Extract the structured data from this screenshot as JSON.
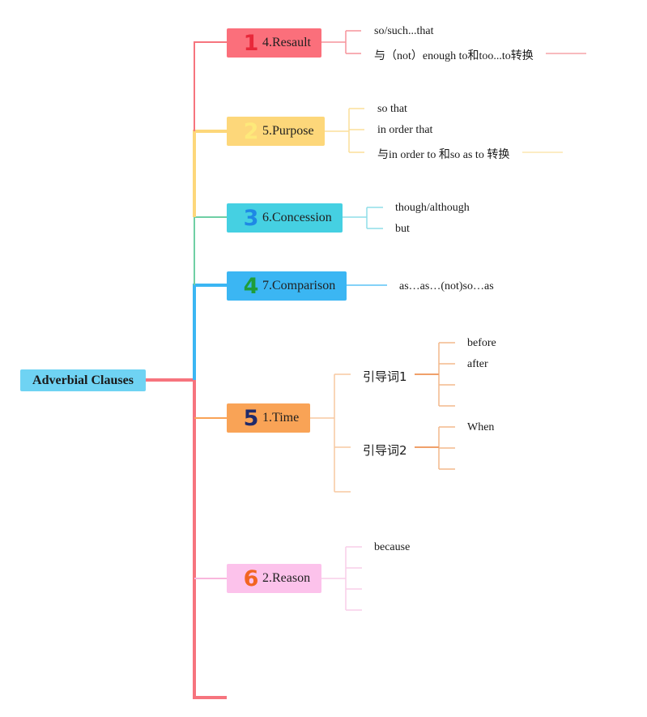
{
  "root": {
    "label": "Adverbial Clauses"
  },
  "branches": [
    {
      "number": "1",
      "label": "4.Resault",
      "leaves": [
        "so/such...that",
        "与（not）enough to和too...to转换"
      ]
    },
    {
      "number": "2",
      "label": "5.Purpose",
      "leaves": [
        "so that",
        "in order that",
        "与in order to 和so as to 转换"
      ]
    },
    {
      "number": "3",
      "label": "6.Concession",
      "leaves": [
        "though/although",
        "but"
      ]
    },
    {
      "number": "4",
      "label": "7.Comparison",
      "leaves": [
        "as…as…(not)so…as"
      ]
    },
    {
      "number": "5",
      "label": "1.Time",
      "groups": [
        {
          "label": "引导词1",
          "items": [
            "before",
            "after"
          ]
        },
        {
          "label": "引导词2",
          "items": [
            "When"
          ]
        }
      ]
    },
    {
      "number": "6",
      "label": "2.Reason",
      "leaves": [
        "because"
      ]
    }
  ],
  "colors": {
    "root": "#6fd3f3",
    "result": "#fb6f7b",
    "purpose": "#fdd77a",
    "concession": "#45d0e2",
    "comparison": "#3bb6f3",
    "time": "#f9a356",
    "reason": "#fcc2eb"
  }
}
